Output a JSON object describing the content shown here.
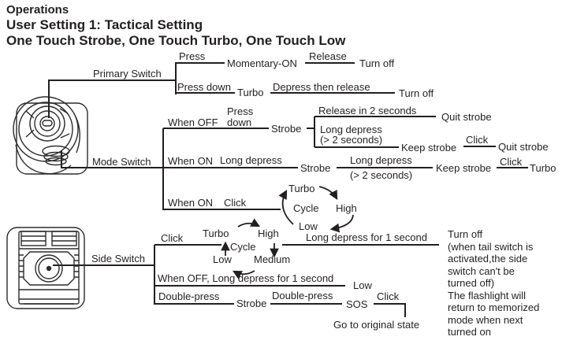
{
  "colors": {
    "ink": "#231f20",
    "background": "#ffffff"
  },
  "header": {
    "title": "Operations",
    "subtitle1": "User Setting 1: Tactical Setting",
    "subtitle2": "One Touch Strobe, One Touch Turbo, One Touch Low"
  },
  "primary_switch": {
    "label": "Primary Switch",
    "branches": [
      {
        "action1": "Press",
        "node1": "Momentary-ON",
        "action2": "Release",
        "node2": "Turn off"
      },
      {
        "action1": "Press down",
        "node1": "Turbo",
        "action2": "Depress then release",
        "node2": "Turn off"
      }
    ]
  },
  "mode_switch": {
    "label": "Mode Switch",
    "branch_off": {
      "condition": "When OFF",
      "action_line1": "Press",
      "action_line2": "down",
      "node": "Strobe",
      "sub_release": {
        "action": "Release in 2 seconds",
        "node": "Quit strobe"
      },
      "sub_long": {
        "action_line1": "Long depress",
        "action_line2": "(> 2 seconds)",
        "node": "Keep strobe",
        "action2": "Click",
        "node2": "Quit strobe"
      }
    },
    "branch_on_long": {
      "condition": "When ON",
      "action": "Long depress",
      "node": "Strobe",
      "action2_line1": "Long depress",
      "action2_line2": "(> 2 seconds)",
      "node2": "Keep strobe",
      "action3": "Click",
      "node3": "Turbo"
    },
    "branch_on_click": {
      "condition": "When ON",
      "action": "Click",
      "cycle": {
        "label": "Cycle",
        "top": "Turbo",
        "right": "High",
        "bottom": "Low"
      }
    }
  },
  "side_switch": {
    "label": "Side Switch",
    "branch_click": {
      "action": "Click",
      "cycle": {
        "label": "Cycle",
        "top_left": "Turbo",
        "top_right": "High",
        "bottom_left": "Low",
        "bottom_right": "Medium",
        "up_arrow": "↑",
        "down_arrow": "↓"
      },
      "action2": "Long depress for 1 second",
      "note": "Turn off\n(when tail switch is\nactivated,the side\nswitch can't be\nturned off)\nThe flashlight will\nreturn to memorized\nmode when next\nturned on"
    },
    "branch_off_long": {
      "action": "When OFF, Long depress for 1 second",
      "node": "Low"
    },
    "branch_double": {
      "action": "Double-press",
      "node": "Strobe",
      "action2": "Double-press",
      "node2": "SOS",
      "action3": "Click",
      "node3": "Go to original state"
    }
  }
}
